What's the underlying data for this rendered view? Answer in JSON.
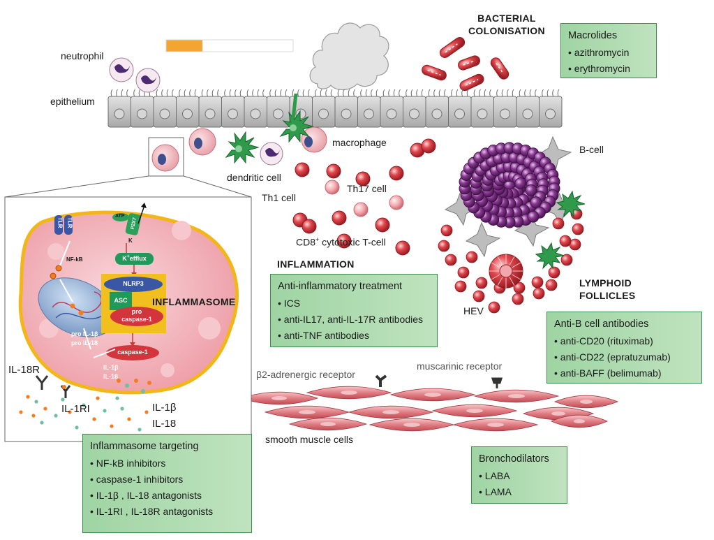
{
  "labels": {
    "neutrophil": "neutrophil",
    "epithelium": "epithelium",
    "macrophage": "macrophage",
    "dendritic_cell": "dendritic cell",
    "th1": "Th1 cell",
    "th17": "Th17 cell",
    "cd8_prefix": "CD8",
    "cd8_sup": "+",
    "cd8_suffix": " cytotoxic T-cell",
    "b_cell": "B-cell",
    "hev": "HEV",
    "b2_receptor": "β2-adrenergic receptor",
    "muscarinic_receptor": "muscarinic receptor",
    "smooth_muscle": "smooth muscle cells",
    "il18r": "IL-18R",
    "il1ri": "IL-1RI",
    "il1b_out": "IL-1β",
    "il18_out": "IL-18"
  },
  "headings": {
    "bacterial_line1": "BACTERIAL",
    "bacterial_line2": "COLONISATION",
    "inflammation": "INFLAMMATION",
    "lymphoid_line1": "LYMPHOID",
    "lymphoid_line2": "FOLLICLES",
    "inflammasome": "INFLAMMASOME"
  },
  "inset": {
    "tlr_a": "TLR",
    "tlr_b": "TLR",
    "atp": "ATP",
    "p2x7": "P2X7",
    "k_label": "K",
    "k_efflux_prefix": "K",
    "k_efflux_sup": "+",
    "k_efflux_suffix": "efflux",
    "nfkb": "NF-kB",
    "nlrp3": "NLRP3",
    "asc": "ASC",
    "pro": "pro",
    "caspase1_pro": "caspase-1",
    "caspase1": "caspase-1",
    "pro_il1b": "pro IL-1β",
    "pro_il18": "pro IL-18",
    "il1b": "IL-1β",
    "il18": "IL-18"
  },
  "boxes": {
    "macrolides": {
      "title": "Macrolides",
      "items": [
        "azithromycin",
        "erythromycin"
      ]
    },
    "anti_inflammatory": {
      "title": "Anti-inflammatory treatment",
      "items": [
        "ICS",
        "anti-IL17, anti-IL-17R antibodies",
        "anti-TNF antibodies"
      ]
    },
    "anti_b": {
      "title": "Anti-B cell antibodies",
      "items": [
        "anti-CD20 (rituximab)",
        "anti-CD22 (epratuzumab)",
        "anti-BAFF (belimumab)"
      ]
    },
    "inflammasome_targeting": {
      "title": "Inflammasome targeting",
      "items": [
        "NF-kB inhibitors",
        "caspase-1 inhibitors",
        "IL-1β , IL-18 antagonists",
        "IL-1RI , IL-18R antagonists"
      ]
    },
    "bronchodilators": {
      "title": "Bronchodilators",
      "items": [
        "LABA",
        "LAMA"
      ]
    }
  },
  "colors": {
    "box_green": "#a9d9ad",
    "t_cell_red": "#d43a3f",
    "b_cell_purple": "#7a2f82",
    "epithelium_grey": "#c9c9c9",
    "inflammasome_yellow": "#f2c01e",
    "caspase_red": "#d2353b",
    "nlrp3_blue": "#3a57a6",
    "asc_green": "#1f9a5a"
  }
}
